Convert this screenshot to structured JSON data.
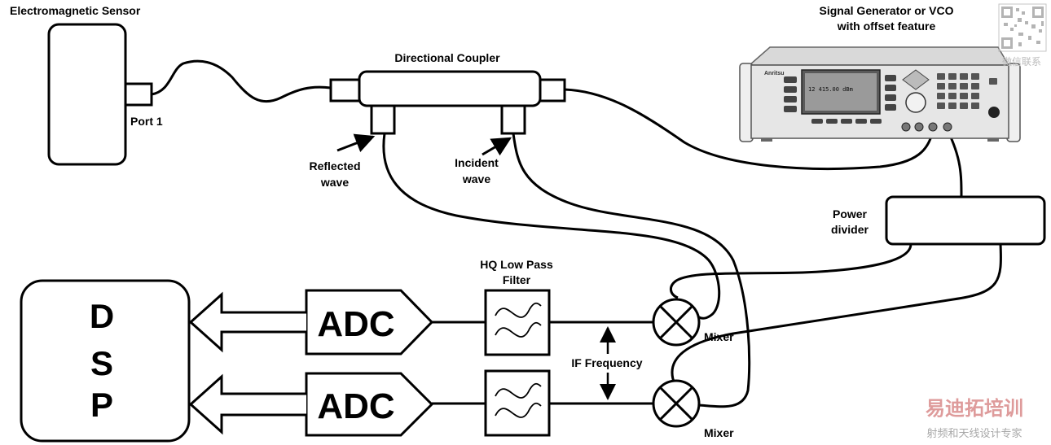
{
  "labels": {
    "em_sensor": "Electromagnetic Sensor",
    "port1": "Port 1",
    "coupler": "Directional Coupler",
    "siggen_line1": "Signal Generator or VCO",
    "siggen_line2": "with offset feature",
    "reflected_line1": "Reflected",
    "reflected_line2": "wave",
    "incident_line1": "Incident",
    "incident_line2": "wave",
    "power_divider_line1": "Power",
    "power_divider_line2": "divider",
    "filter_line1": "HQ Low Pass",
    "filter_line2": "Filter",
    "if_frequency": "IF Frequency",
    "mixer_top": "Mixer",
    "mixer_bottom": "Mixer",
    "adc_top": "ADC",
    "adc_bottom": "ADC",
    "dsp_d": "D",
    "dsp_s": "S",
    "dsp_p": "P"
  },
  "instrument": {
    "display_line1": "12  415.00 dBm",
    "brand": "Anritsu"
  },
  "watermark": {
    "qr_caption": "微信联系",
    "brand": "易迪拓培训",
    "tagline": "射频和天线设计专家",
    "brand_color": "#c0392b"
  }
}
